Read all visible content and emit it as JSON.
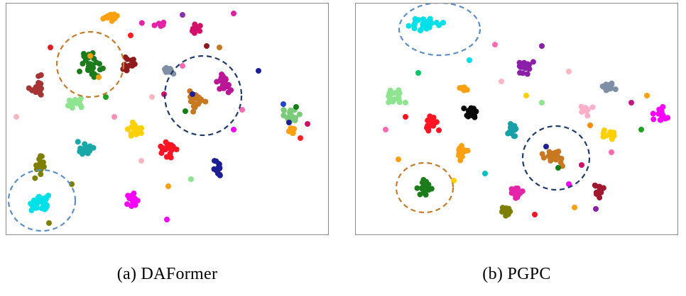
{
  "figure": {
    "type": "t-SNE feature visualization comparison",
    "panel_border_color": "#8a8a8a",
    "background": "#ffffff"
  },
  "chart_data": [
    {
      "id": "a",
      "type": "scatter",
      "caption": "(a) DAFormer",
      "axes": "hidden",
      "grid": false,
      "legend": "none",
      "xlim": [
        0,
        453
      ],
      "ylim": [
        0,
        326
      ],
      "point_radius": 4,
      "clusters": [
        {
          "label": "orange-top",
          "color": "#FFA010",
          "cx": 148,
          "cy": 20,
          "sx": 13,
          "sy": 9,
          "n": 14
        },
        {
          "label": "pink-magenta-top-scatter",
          "color": "#E623A8",
          "cx": 210,
          "cy": 30,
          "sx": 22,
          "sy": 16,
          "n": 7
        },
        {
          "label": "dark-red-top",
          "color": "#8E1B1B",
          "cx": 172,
          "cy": 86,
          "sx": 10,
          "sy": 16,
          "n": 13
        },
        {
          "label": "dark-green-circled",
          "color": "#1C7C1C",
          "cx": 120,
          "cy": 88,
          "sx": 19,
          "sy": 21,
          "n": 30
        },
        {
          "label": "crimson-top-right",
          "color": "#D2106A",
          "cx": 268,
          "cy": 36,
          "sx": 9,
          "sy": 8,
          "n": 7
        },
        {
          "label": "maroon-left",
          "color": "#A63434",
          "cx": 42,
          "cy": 116,
          "sx": 13,
          "sy": 17,
          "n": 20
        },
        {
          "label": "light-green-mid",
          "color": "#8FE48F",
          "cx": 97,
          "cy": 142,
          "sx": 13,
          "sy": 10,
          "n": 15
        },
        {
          "label": "gray-mid",
          "color": "#7F8FA6",
          "cx": 228,
          "cy": 95,
          "sx": 11,
          "sy": 9,
          "n": 12
        },
        {
          "label": "magenta-right",
          "color": "#BC1597",
          "cx": 306,
          "cy": 110,
          "sx": 13,
          "sy": 16,
          "n": 18
        },
        {
          "label": "brown-orange-circled",
          "color": "#C87820",
          "cx": 263,
          "cy": 138,
          "sx": 20,
          "sy": 17,
          "n": 24
        },
        {
          "label": "yellow-mid",
          "color": "#FFD000",
          "cx": 182,
          "cy": 178,
          "sx": 14,
          "sy": 12,
          "n": 17
        },
        {
          "label": "teal-left",
          "color": "#18A8A8",
          "cx": 112,
          "cy": 206,
          "sx": 14,
          "sy": 13,
          "n": 17
        },
        {
          "label": "red-mid",
          "color": "#FF1423",
          "cx": 228,
          "cy": 204,
          "sx": 14,
          "sy": 15,
          "n": 20
        },
        {
          "label": "navy-right",
          "color": "#1D1D96",
          "cx": 297,
          "cy": 232,
          "sx": 11,
          "sy": 13,
          "n": 14
        },
        {
          "label": "magenta-bottom",
          "color": "#FB00FB",
          "cx": 177,
          "cy": 277,
          "sx": 10,
          "sy": 13,
          "n": 13
        },
        {
          "label": "olive-left",
          "color": "#7E7E00",
          "cx": 47,
          "cy": 229,
          "sx": 10,
          "sy": 19,
          "n": 16
        },
        {
          "label": "cyan-circled",
          "color": "#00E0E8",
          "cx": 46,
          "cy": 281,
          "sx": 16,
          "sy": 12,
          "n": 24
        },
        {
          "label": "light-green-right",
          "color": "#7ACC7A",
          "cx": 402,
          "cy": 158,
          "sx": 13,
          "sy": 14,
          "n": 15
        },
        {
          "label": "orange-right",
          "color": "#FFA010",
          "cx": 404,
          "cy": 180,
          "sx": 9,
          "sy": 9,
          "n": 9
        }
      ],
      "singles": [
        [
          175,
          45,
          "#FF2020"
        ],
        [
          248,
          16,
          "#8B30B0"
        ],
        [
          320,
          14,
          "#E020A0"
        ],
        [
          282,
          60,
          "#8E1B1B"
        ],
        [
          300,
          62,
          "#C87820"
        ],
        [
          62,
          62,
          "#E02020"
        ],
        [
          14,
          160,
          "#FFB6C1"
        ],
        [
          140,
          132,
          "#20A020"
        ],
        [
          152,
          160,
          "#FF8FB0"
        ],
        [
          205,
          132,
          "#FFB6C1"
        ],
        [
          248,
          88,
          "#FF69B4"
        ],
        [
          222,
          128,
          "#D2106A"
        ],
        [
          190,
          222,
          "#FFB6C1"
        ],
        [
          260,
          248,
          "#8FE48F"
        ],
        [
          228,
          258,
          "#FFA010"
        ],
        [
          320,
          178,
          "#FB00FB"
        ],
        [
          332,
          150,
          "#FF69B4"
        ],
        [
          355,
          95,
          "#1D1D96"
        ],
        [
          262,
          128,
          "#1D1D96"
        ],
        [
          252,
          152,
          "#108010"
        ],
        [
          398,
          168,
          "#202090"
        ],
        [
          414,
          190,
          "#FF2020"
        ],
        [
          408,
          146,
          "#108010"
        ],
        [
          390,
          142,
          "#2244CC"
        ],
        [
          424,
          170,
          "#D01060"
        ],
        [
          60,
          310,
          "#7E7E00"
        ],
        [
          92,
          255,
          "#7E7E00"
        ],
        [
          130,
          104,
          "#FFA010"
        ],
        [
          118,
          74,
          "#FFA010"
        ],
        [
          226,
          305,
          "#FB00FB"
        ]
      ],
      "annotations": [
        {
          "shape": "dashed-ellipse",
          "label": "orange-highlight",
          "cx": 118,
          "cy": 86,
          "rx": 47,
          "ry": 46,
          "color": "#C77A29"
        },
        {
          "shape": "dashed-ellipse",
          "label": "navy-highlight",
          "cx": 277,
          "cy": 130,
          "rx": 54,
          "ry": 56,
          "color": "#1E3A6E"
        },
        {
          "shape": "dashed-ellipse",
          "label": "blue-highlight",
          "cx": 50,
          "cy": 278,
          "rx": 47,
          "ry": 43,
          "color": "#5B8FC9"
        }
      ]
    },
    {
      "id": "b",
      "type": "scatter",
      "caption": "(b) PGPC",
      "axes": "hidden",
      "grid": false,
      "legend": "none",
      "xlim": [
        0,
        453
      ],
      "ylim": [
        0,
        326
      ],
      "point_radius": 4,
      "clusters": [
        {
          "label": "cyan-circled-top",
          "color": "#00E0E8",
          "cx": 100,
          "cy": 30,
          "sx": 28,
          "sy": 11,
          "n": 26
        },
        {
          "label": "purple-top",
          "color": "#8B1FA8",
          "cx": 240,
          "cy": 90,
          "sx": 14,
          "sy": 14,
          "n": 19
        },
        {
          "label": "gray-right",
          "color": "#7F8FA6",
          "cx": 355,
          "cy": 117,
          "sx": 14,
          "sy": 10,
          "n": 14
        },
        {
          "label": "light-green-left",
          "color": "#8FE48F",
          "cx": 55,
          "cy": 133,
          "sx": 17,
          "sy": 13,
          "n": 19
        },
        {
          "label": "red-left",
          "color": "#FF1423",
          "cx": 108,
          "cy": 170,
          "sx": 12,
          "sy": 14,
          "n": 17
        },
        {
          "label": "black-mid",
          "color": "#0A0A0A",
          "cx": 162,
          "cy": 152,
          "sx": 13,
          "sy": 11,
          "n": 14
        },
        {
          "label": "orange-upper-mid",
          "color": "#FFA010",
          "cx": 152,
          "cy": 120,
          "sx": 8,
          "sy": 7,
          "n": 7
        },
        {
          "label": "orange-lower-mid",
          "color": "#FFA010",
          "cx": 148,
          "cy": 212,
          "sx": 12,
          "sy": 12,
          "n": 15
        },
        {
          "label": "teal-mid",
          "color": "#18A0A8",
          "cx": 222,
          "cy": 178,
          "sx": 12,
          "sy": 12,
          "n": 16
        },
        {
          "label": "pink-right",
          "color": "#FFAFC9",
          "cx": 325,
          "cy": 150,
          "sx": 10,
          "sy": 9,
          "n": 11
        },
        {
          "label": "magenta-far-right",
          "color": "#FB00FB",
          "cx": 430,
          "cy": 156,
          "sx": 12,
          "sy": 13,
          "n": 15
        },
        {
          "label": "yellow-right",
          "color": "#FFD000",
          "cx": 357,
          "cy": 184,
          "sx": 13,
          "sy": 9,
          "n": 13
        },
        {
          "label": "brown-orange-circled",
          "color": "#C87820",
          "cx": 278,
          "cy": 216,
          "sx": 17,
          "sy": 14,
          "n": 22
        },
        {
          "label": "dark-green-circled",
          "color": "#1C7C1C",
          "cx": 98,
          "cy": 260,
          "sx": 15,
          "sy": 12,
          "n": 22
        },
        {
          "label": "magenta-bottom-mid",
          "color": "#E623A8",
          "cx": 228,
          "cy": 267,
          "sx": 11,
          "sy": 10,
          "n": 13
        },
        {
          "label": "olive-bottom",
          "color": "#7E7E00",
          "cx": 215,
          "cy": 294,
          "sx": 10,
          "sy": 8,
          "n": 11
        },
        {
          "label": "dark-red-right",
          "color": "#A01830",
          "cx": 342,
          "cy": 265,
          "sx": 12,
          "sy": 10,
          "n": 13
        }
      ],
      "singles": [
        [
          196,
          58,
          "#FF69B4"
        ],
        [
          262,
          60,
          "#8B1FA8"
        ],
        [
          262,
          140,
          "#8FE48F"
        ],
        [
          300,
          96,
          "#FFB6C1"
        ],
        [
          330,
          172,
          "#FF8C00"
        ],
        [
          388,
          140,
          "#C71585"
        ],
        [
          182,
          240,
          "#00C0C0"
        ],
        [
          252,
          298,
          "#FF1423"
        ],
        [
          308,
          288,
          "#FFA010"
        ],
        [
          138,
          250,
          "#FFD000"
        ],
        [
          42,
          178,
          "#FF69B4"
        ],
        [
          88,
          98,
          "#00C864"
        ],
        [
          70,
          160,
          "#FF1423"
        ],
        [
          205,
          110,
          "#FFB6C1"
        ],
        [
          285,
          232,
          "#108010"
        ],
        [
          268,
          202,
          "#202090"
        ],
        [
          318,
          228,
          "#D2106A"
        ],
        [
          360,
          210,
          "#FF69B4"
        ],
        [
          402,
          178,
          "#20A020"
        ],
        [
          410,
          130,
          "#FFA010"
        ],
        [
          240,
          130,
          "#FFD000"
        ],
        [
          160,
          80,
          "#00E0E8"
        ],
        [
          338,
          290,
          "#8B1FA8"
        ],
        [
          300,
          255,
          "#FB00FB"
        ],
        [
          60,
          220,
          "#FFA010"
        ]
      ],
      "annotations": [
        {
          "shape": "dashed-ellipse",
          "label": "blue-highlight",
          "cx": 118,
          "cy": 36,
          "rx": 57,
          "ry": 37,
          "color": "#5B8FC9"
        },
        {
          "shape": "dashed-ellipse",
          "label": "navy-highlight",
          "cx": 282,
          "cy": 218,
          "rx": 47,
          "ry": 45,
          "color": "#1E3A6E"
        },
        {
          "shape": "dashed-ellipse",
          "label": "orange-highlight",
          "cx": 97,
          "cy": 260,
          "rx": 40,
          "ry": 35,
          "color": "#C77A29"
        }
      ]
    }
  ]
}
